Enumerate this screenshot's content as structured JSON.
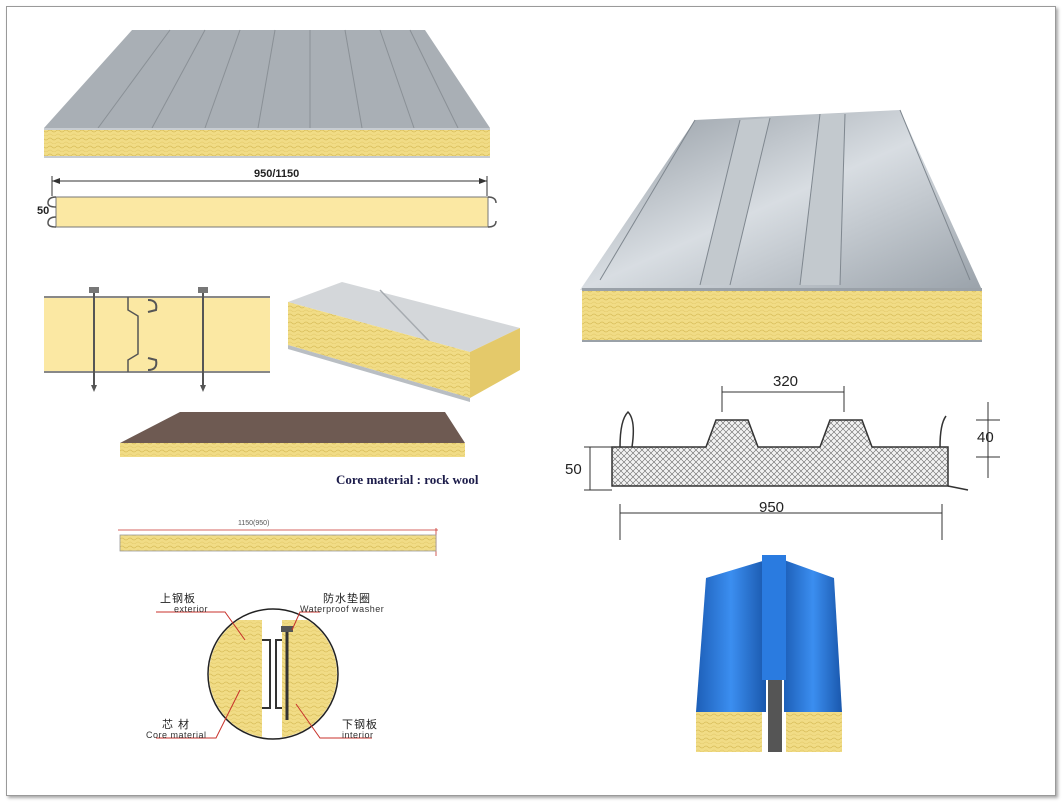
{
  "labels": {
    "core_material_caption": "Core material : rock wool",
    "dim_wall_width": "950/1150",
    "dim_wall_thickness": "50",
    "dim_strip_width": "1150(950)",
    "dim_rib_pitch": "320",
    "dim_rib_height": "40",
    "dim_roof_thickness": "50",
    "dim_roof_width": "950"
  },
  "legend": {
    "exterior_cn": "上钢板",
    "exterior_en": "exterior",
    "washer_cn": "防水垫圈",
    "washer_en": "Waterproof washer",
    "core_cn": "芯 材",
    "core_en": "Core material",
    "interior_cn": "下钢板",
    "interior_en": "interior"
  },
  "colors": {
    "rock_wool": "#f2df8a",
    "panel_face_grey": "#b9bec3",
    "roof_steel": "#aeb5bb",
    "brown_face": "#6e5a52",
    "blue_steel": "#1f6fd0",
    "annotation_red": "#c8322b"
  }
}
